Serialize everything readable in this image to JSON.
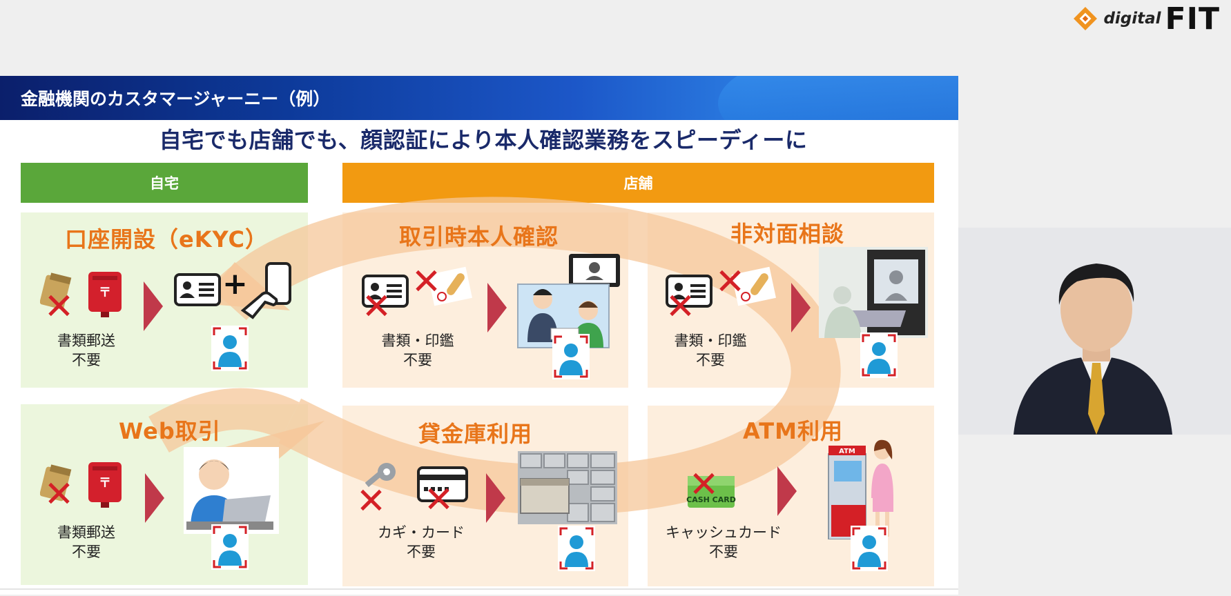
{
  "brand": {
    "digital": "digital",
    "fit": "FIT"
  },
  "slide": {
    "title": "金融機関のカスタマージャーニー（例）",
    "headline": "自宅でも店舗でも、顔認証により本人確認業務をスピーディーに"
  },
  "sections": {
    "home": "自宅",
    "store": "店舗"
  },
  "cards": [
    {
      "title": "口座開設（eKYC）",
      "note1": "書類郵送",
      "note2": "不要"
    },
    {
      "title": "取引時本人確認",
      "note1": "書類・印鑑",
      "note2": "不要"
    },
    {
      "title": "非対面相談",
      "note1": "書類・印鑑",
      "note2": "不要"
    },
    {
      "title": "Web取引",
      "note1": "書類郵送",
      "note2": "不要"
    },
    {
      "title": "貸金庫利用",
      "note1": "カギ・カード",
      "note2": "不要"
    },
    {
      "title": "ATM利用",
      "note1": "キャッシュカード",
      "note2": "不要"
    }
  ],
  "labels": {
    "atm": "ATM",
    "cash_card": "CASH CARD"
  },
  "colors": {
    "title_blue": "#0d2a7a",
    "home_green": "#5aa73a",
    "store_orange": "#f29a11",
    "card_title": "#e8751a",
    "face_blue": "#1f9ad6",
    "cross_red": "#d42026"
  }
}
